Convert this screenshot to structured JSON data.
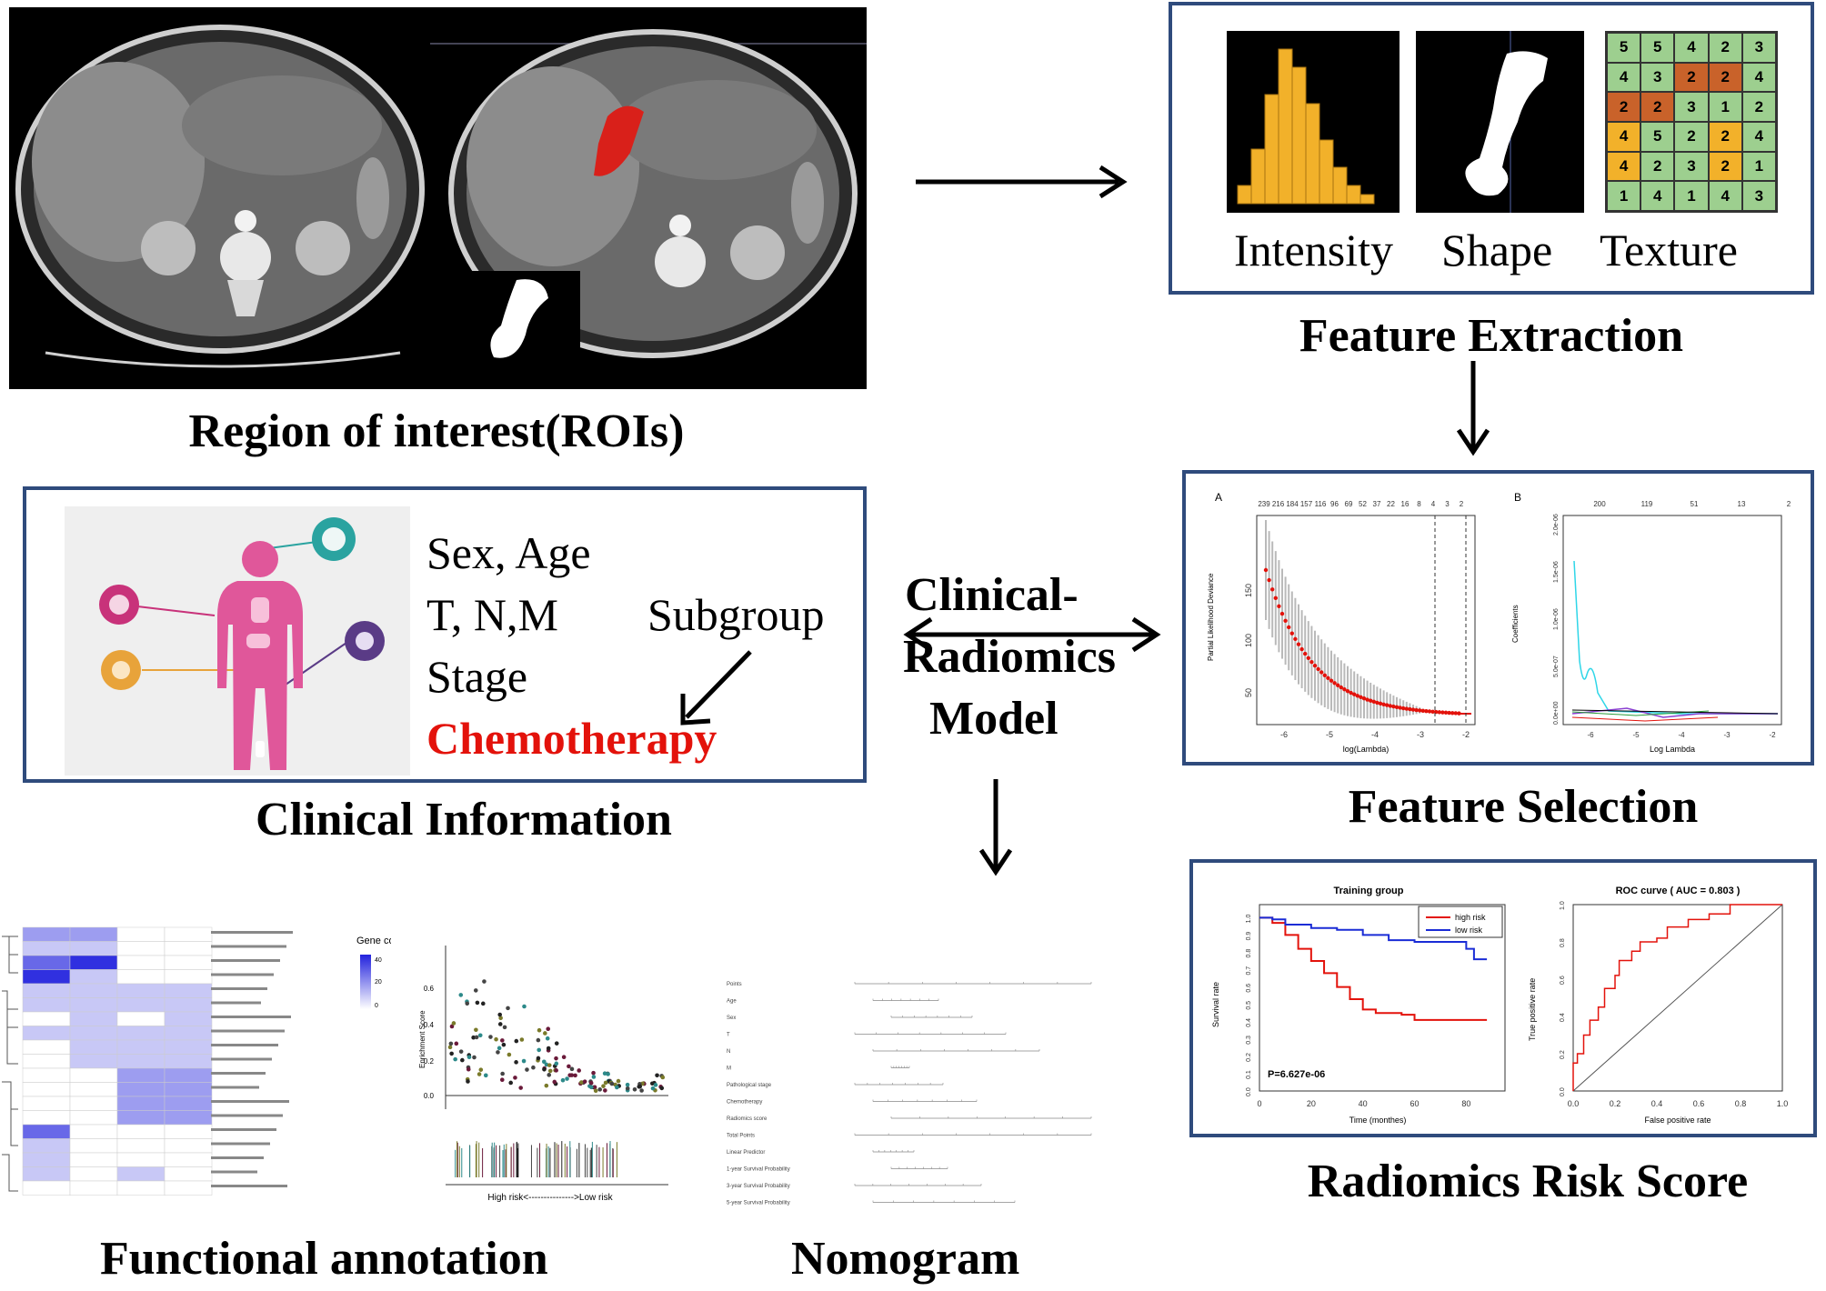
{
  "roi": {
    "label": "Region of interest(ROIs)"
  },
  "feature_extraction": {
    "title": "Feature Extraction",
    "labels": [
      "Intensity",
      "Shape",
      "Texture"
    ],
    "texture_grid": [
      [
        5,
        5,
        4,
        2,
        3
      ],
      [
        4,
        3,
        2,
        2,
        4
      ],
      [
        2,
        2,
        3,
        1,
        2
      ],
      [
        4,
        5,
        2,
        2,
        4
      ],
      [
        4,
        2,
        3,
        2,
        1
      ],
      [
        1,
        4,
        1,
        4,
        3
      ]
    ],
    "colors": {
      "green": "#9dcf8f",
      "orange": "#c9622a",
      "yellow": "#f2b12a"
    }
  },
  "clinical": {
    "title": "Clinical Information",
    "lines": [
      "Sex, Age",
      "T, N,M",
      "Stage"
    ],
    "subgroup": "Subgroup",
    "chemo": "Chemotherapy",
    "chemo_color": "#e3120b"
  },
  "model": {
    "lines": [
      "Clinical-",
      "Radiomics",
      "Model"
    ]
  },
  "feature_selection": {
    "title": "Feature Selection",
    "panel_a": {
      "label": "A",
      "top_ticks": [
        "239",
        "216",
        "184",
        "157",
        "116",
        "96",
        "69",
        "52",
        "37",
        "22",
        "16",
        "8",
        "4",
        "3",
        "2"
      ],
      "xlabel": "log(Lambda)",
      "ylabel": "Partial Likelihood Deviance",
      "x_ticks": [
        "-6",
        "-5",
        "-4",
        "-3",
        "-2"
      ],
      "y_ticks": [
        "50",
        "100",
        "150"
      ]
    },
    "panel_b": {
      "label": "B",
      "top_ticks": [
        "200",
        "119",
        "51",
        "13",
        "2"
      ],
      "xlabel": "Log Lambda",
      "ylabel": "Coefficients",
      "x_ticks": [
        "-6",
        "-5",
        "-4",
        "-3",
        "-2"
      ],
      "y_ticks": [
        "0.0e+00",
        "5.0e-07",
        "1.0e-06",
        "1.5e-06",
        "2.0e-06"
      ]
    }
  },
  "risk_score": {
    "title": "Radiomics Risk Score",
    "km": {
      "title": "Training group",
      "legend": [
        "high risk",
        "low risk"
      ],
      "xlabel": "Time (monthes)",
      "ylabel": "Survival rate",
      "x_ticks": [
        "0",
        "20",
        "40",
        "60",
        "80"
      ],
      "y_ticks": [
        "0.0",
        "0.1",
        "0.2",
        "0.3",
        "0.4",
        "0.5",
        "0.6",
        "0.7",
        "0.8",
        "0.9",
        "1.0"
      ],
      "pvalue": "P=6.627e-06",
      "colors": {
        "high": "#e3120b",
        "low": "#1a2cd6"
      }
    },
    "roc": {
      "title": "ROC curve ( AUC =  0.803 )",
      "xlabel": "False positive rate",
      "ylabel": "True positive rate",
      "ticks": [
        "0.0",
        "0.2",
        "0.4",
        "0.6",
        "0.8",
        "1.0"
      ]
    }
  },
  "functional": {
    "title": "Functional annotation",
    "heatmap_legend": "Gene cou",
    "legend_ticks": [
      "40",
      "20",
      "0"
    ],
    "gsea_ylabel": "Enrichment Score",
    "gsea_yticks": [
      "0.6",
      "0.4",
      "0.2",
      "0.0"
    ],
    "gsea_xlabel": "High risk<--------------->Low risk"
  },
  "nomogram": {
    "title": "Nomogram",
    "rows": [
      "Points",
      "Age",
      "Sex",
      "T",
      "N",
      "M",
      "Pathological stage",
      "Chemotherapy",
      "Radiomics score",
      "Total Points",
      "Linear Predictor",
      "1-year Survival Probability",
      "3-year Survival Probability",
      "5-year Survival Probability"
    ]
  }
}
